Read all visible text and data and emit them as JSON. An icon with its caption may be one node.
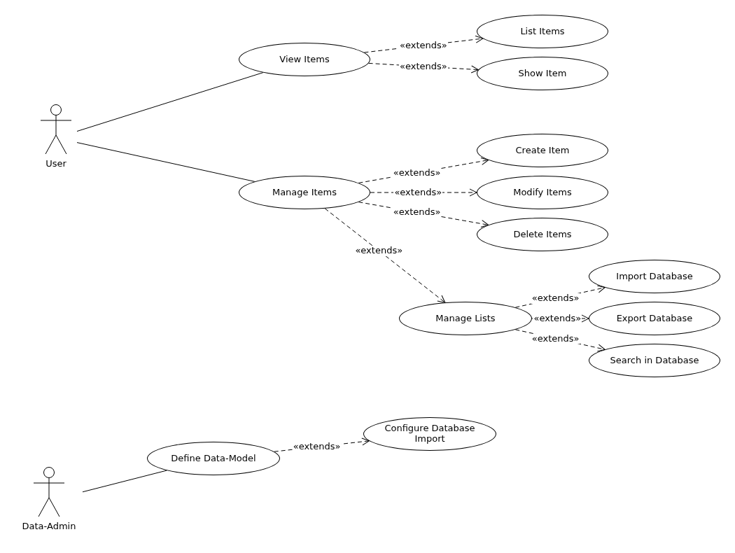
{
  "diagram": {
    "nodes": [
      {
        "text": [],
        "shape": "person",
        "beside": [
          "User"
        ]
      },
      {
        "text": [
          "View Items"
        ]
      },
      {
        "text": [
          "List Items"
        ]
      },
      {
        "text": [
          "Show Item"
        ]
      },
      {
        "text": [
          "Manage Items"
        ]
      },
      {
        "text": [
          "Create Item"
        ]
      },
      {
        "text": [
          "Modify Items"
        ]
      },
      {
        "text": [
          "Delete Items"
        ]
      },
      {
        "text": [
          "Manage Lists"
        ]
      },
      {
        "text": [
          "Import Database"
        ]
      },
      {
        "text": [
          "Export Database"
        ]
      },
      {
        "text": [
          "Search in Database"
        ]
      },
      {
        "text": [],
        "shape": "person",
        "beside": [
          "Data-Admin"
        ]
      },
      {
        "text": [
          "Define Data-Model"
        ]
      },
      {
        "text": [
          "Configure Database Import"
        ]
      }
    ],
    "edges": [
      {
        "from": 0,
        "to": 1,
        "arrow": "none"
      },
      {
        "from": 0,
        "to": 4,
        "arrow": "none"
      },
      {
        "from": 1,
        "to": 2,
        "arrow": "to",
        "label": "«extends»",
        "style": "dashed"
      },
      {
        "from": 1,
        "to": 3,
        "arrow": "to",
        "label": "«extends»",
        "style": "dashed"
      },
      {
        "from": 4,
        "to": 5,
        "arrow": "to",
        "label": "«extends»",
        "style": "dashed"
      },
      {
        "from": 4,
        "to": 6,
        "arrow": "to",
        "label": "«extends»",
        "style": "dashed"
      },
      {
        "from": 4,
        "to": 7,
        "arrow": "to",
        "label": "«extends»",
        "style": "dashed"
      },
      {
        "from": 4,
        "to": 8,
        "arrow": "to",
        "label": "«extends»",
        "style": "dashed"
      },
      {
        "from": 8,
        "to": 9,
        "arrow": "to",
        "label": "«extends»",
        "style": "dashed"
      },
      {
        "from": 8,
        "to": 10,
        "arrow": "to",
        "label": "«extends»",
        "style": "dashed"
      },
      {
        "from": 8,
        "to": 11,
        "arrow": "to",
        "label": "«extends»",
        "style": "dashed"
      },
      {
        "from": 12,
        "to": 13,
        "arrow": "none"
      },
      {
        "from": 13,
        "to": 14,
        "arrow": "to",
        "label": "«extends»",
        "style": "dashed"
      }
    ]
  }
}
